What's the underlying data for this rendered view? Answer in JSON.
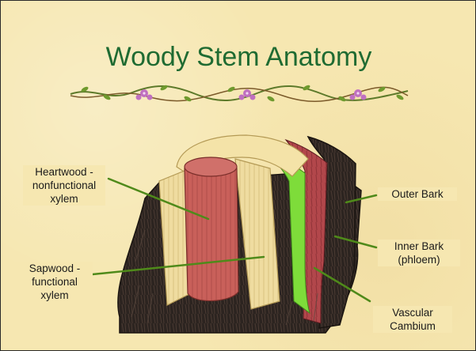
{
  "slide": {
    "title": "Woody Stem Anatomy",
    "labels": {
      "heartwood": "Heartwood - nonfunctional xylem",
      "sapwood": "Sapwood - functional xylem",
      "outer_bark": "Outer Bark",
      "inner_bark": "Inner Bark (phloem)",
      "vascular_cambium": "Vascular Cambium"
    }
  },
  "colors": {
    "title": "#1f6b32",
    "background": "#f6e7b1",
    "leader_lines": "#4f8a1a",
    "heartwood": "#c9605a",
    "sapwood": "#f0dc9a",
    "cambium": "#7edc3a",
    "inner_bark": "#b2474b",
    "outer_bark": "#2c2420"
  }
}
